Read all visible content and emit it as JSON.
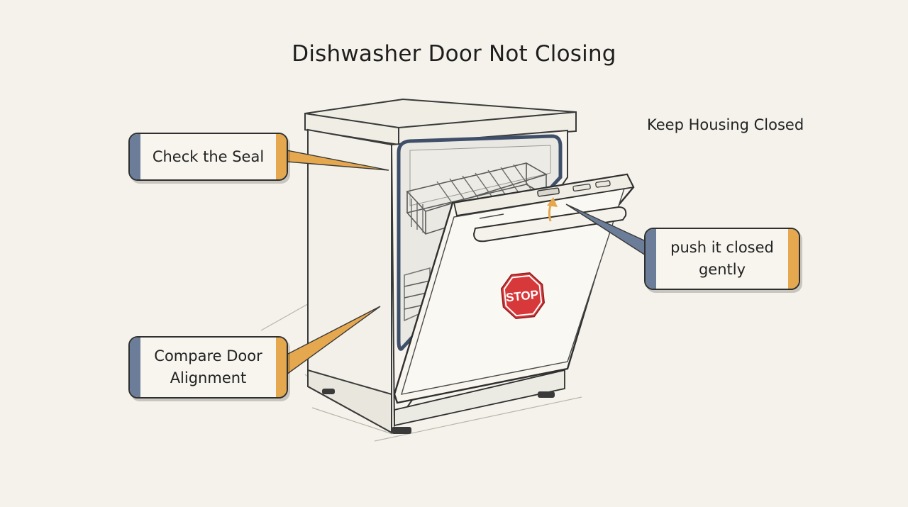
{
  "title": "Dishwasher Door Not Closing",
  "note": "Keep Housing Closed",
  "callouts": {
    "seal": "Check the Seal",
    "alignment": "Compare Door Alignment",
    "push": "push it closed gently"
  },
  "stop_sign": "STOP",
  "colors": {
    "background": "#f4f2ea",
    "accent_blue": "#6b7d99",
    "accent_gold": "#e5a84e",
    "gasket": "#3f4f6a",
    "stop_red": "#d7393b"
  }
}
